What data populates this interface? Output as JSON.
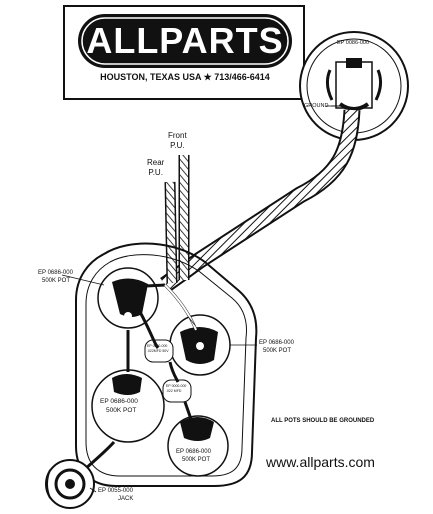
{
  "logo": {
    "brand_text": "ALLPARTS",
    "address": "HOUSTON, TEXAS USA ★ 713/466-6414"
  },
  "labels": {
    "switch_part": "EP 0086-000",
    "ground": "GROUND",
    "front_pu": "Front\nP.U.",
    "rear_pu": "Rear\nP.U.",
    "pot_tl_part": "EP 0686-000",
    "pot_tl_value": "500K POT",
    "pot_right_part": "EP 0686-000",
    "pot_right_value": "500K POT",
    "pot_bl_part": "EP 0686-000",
    "pot_bl_value": "500K POT",
    "pot_br_part": "EP 0686-000",
    "pot_br_value": "500K POT",
    "cap1": "EP 0000-000\n.022MFD 50V",
    "cap2": "EP 0000-000\n.022 MFD",
    "jack_part": "EP 0055-000",
    "jack_name": "JACK",
    "note": "ALL POTS SHOULD BE GROUNDED",
    "website": "www.allparts.com"
  },
  "colors": {
    "ink": "#111111",
    "paper": "#ffffff"
  }
}
